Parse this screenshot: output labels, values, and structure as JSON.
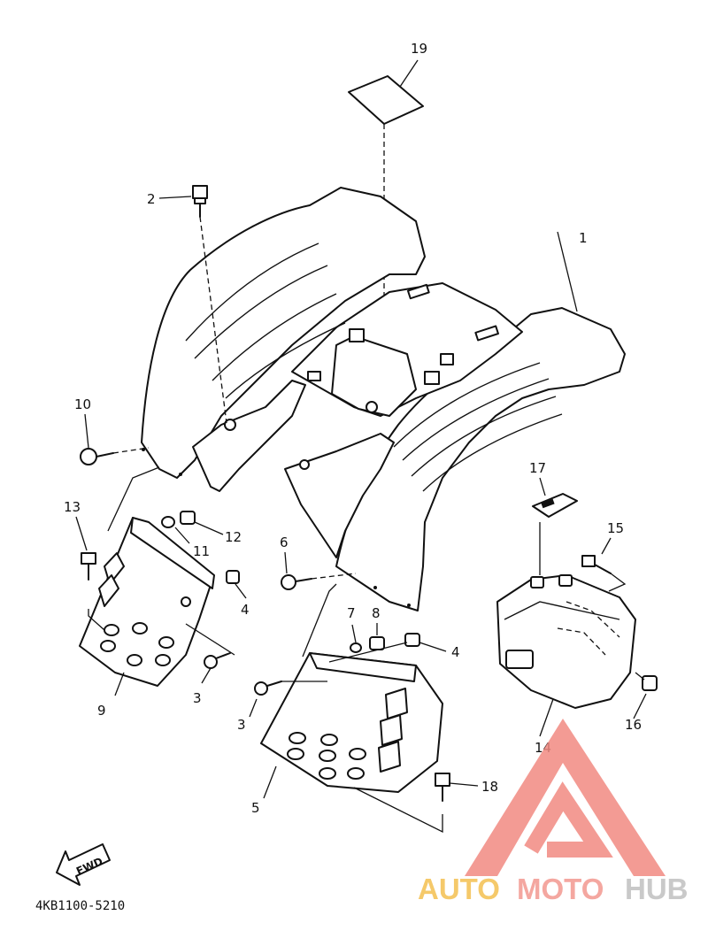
{
  "callouts": [
    {
      "id": "1",
      "text": "1"
    },
    {
      "id": "2",
      "text": "2"
    },
    {
      "id": "3a",
      "text": "3"
    },
    {
      "id": "3b",
      "text": "3"
    },
    {
      "id": "4a",
      "text": "4"
    },
    {
      "id": "4b",
      "text": "4"
    },
    {
      "id": "5",
      "text": "5"
    },
    {
      "id": "6",
      "text": "6"
    },
    {
      "id": "7",
      "text": "7"
    },
    {
      "id": "8",
      "text": "8"
    },
    {
      "id": "9",
      "text": "9"
    },
    {
      "id": "10",
      "text": "10"
    },
    {
      "id": "11",
      "text": "11"
    },
    {
      "id": "12",
      "text": "12"
    },
    {
      "id": "13",
      "text": "13"
    },
    {
      "id": "14",
      "text": "14"
    },
    {
      "id": "15",
      "text": "15"
    },
    {
      "id": "16",
      "text": "16"
    },
    {
      "id": "17",
      "text": "17"
    },
    {
      "id": "18",
      "text": "18"
    },
    {
      "id": "19",
      "text": "19"
    }
  ],
  "fwd_arrow_label": "FWD",
  "diagram_code": "4KB1100-5210",
  "watermark": {
    "auto": "AUTO",
    "moto": "MOTO",
    "hub": "HUB",
    "colors": {
      "auto": "#f5c96a",
      "moto": "#f4a7a0",
      "hub": "#c9c9c9",
      "logo": "#f28a82"
    }
  }
}
